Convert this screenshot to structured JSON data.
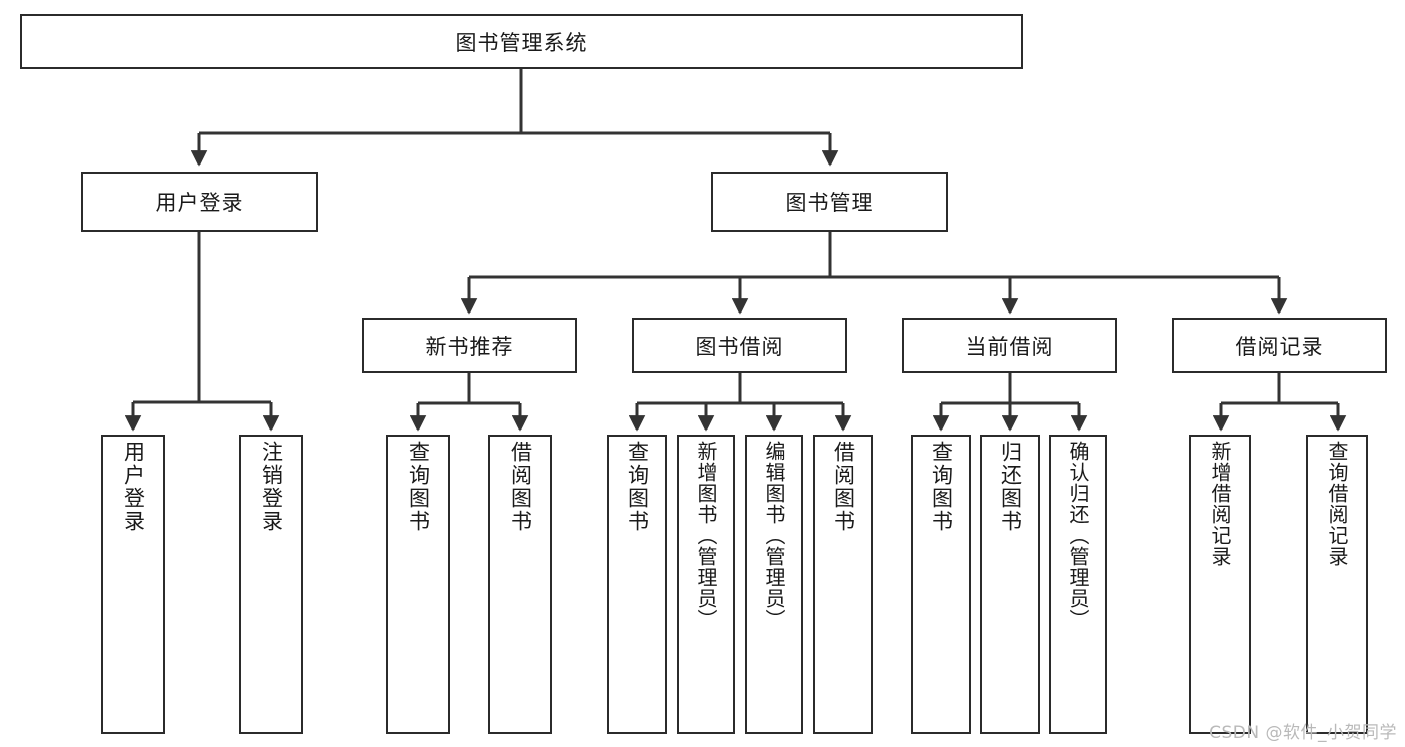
{
  "diagram": {
    "title": "图书管理系统",
    "watermark": "CSDN @软件_小贺同学",
    "colors": {
      "background": "#ffffff",
      "border": "#2b2b2b",
      "text": "#1a1a1a",
      "edge": "#333333",
      "watermark": "#b9b9b9"
    },
    "root": {
      "label": "图书管理系统"
    },
    "level2": [
      {
        "label": "用户登录"
      },
      {
        "label": "图书管理"
      }
    ],
    "level3": [
      {
        "label": "新书推荐"
      },
      {
        "label": "图书借阅"
      },
      {
        "label": "当前借阅"
      },
      {
        "label": "借阅记录"
      }
    ],
    "leaves": {
      "user_login": [
        {
          "label": "用户登录"
        },
        {
          "label": "注销登录"
        }
      ],
      "new_book": [
        {
          "label": "查询图书"
        },
        {
          "label": "借阅图书"
        }
      ],
      "book_borrow": [
        {
          "label": "查询图书"
        },
        {
          "label": "新增图书（管理员）"
        },
        {
          "label": "编辑图书（管理员）"
        },
        {
          "label": "借阅图书"
        }
      ],
      "current_borrow": [
        {
          "label": "查询图书"
        },
        {
          "label": "归还图书"
        },
        {
          "label": "确认归还（管理员）"
        }
      ],
      "borrow_record": [
        {
          "label": "新增借阅记录"
        },
        {
          "label": "查询借阅记录"
        }
      ]
    }
  }
}
